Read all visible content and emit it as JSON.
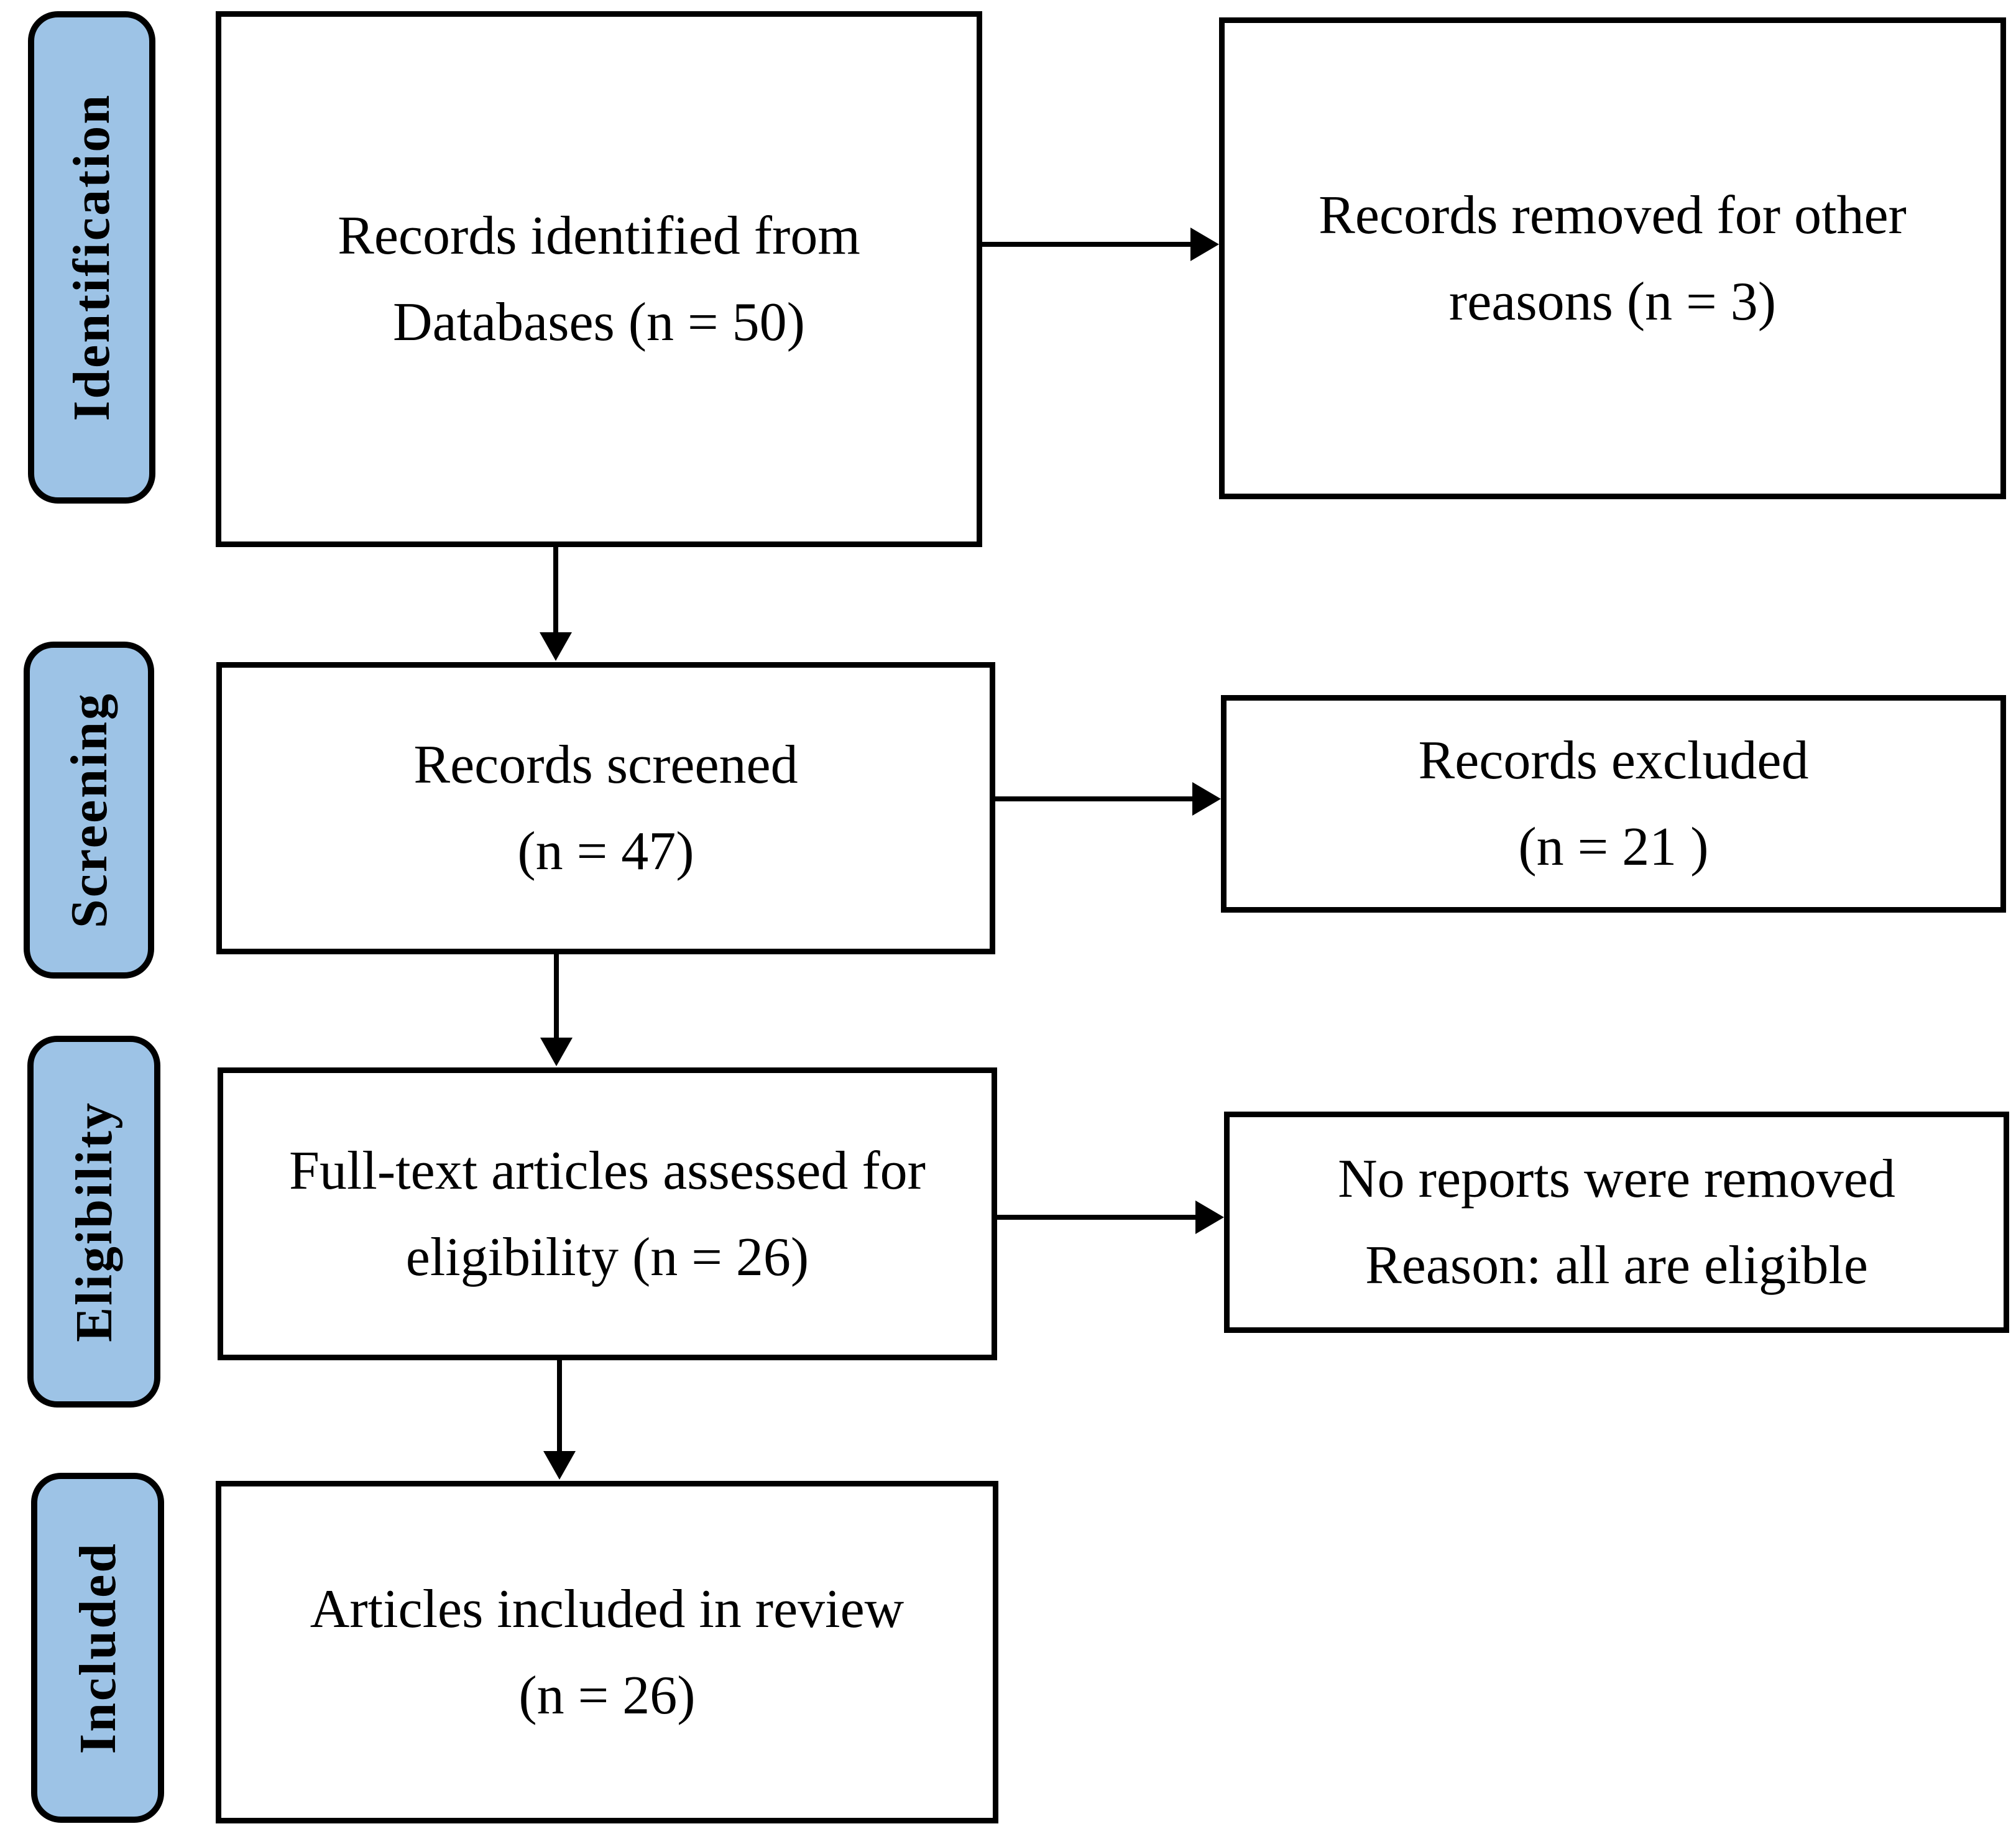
{
  "stages": [
    {
      "label": "Identification"
    },
    {
      "label": "Screening"
    },
    {
      "label": "Eligibility"
    },
    {
      "label": "Included"
    }
  ],
  "boxes": {
    "records_identified": {
      "lines": [
        "Records identified from",
        "Databases (n = 50)"
      ]
    },
    "records_removed": {
      "lines": [
        "Records removed for other",
        "reasons (n = 3)"
      ]
    },
    "records_screened": {
      "lines": [
        "Records screened",
        "(n = 47)"
      ]
    },
    "records_excluded": {
      "lines": [
        "Records excluded",
        "(n = 21 )"
      ]
    },
    "fulltext_assessed": {
      "lines": [
        "Full-text articles assessed for",
        "eligibility (n = 26)"
      ]
    },
    "no_reports_removed": {
      "lines": [
        "No reports were removed",
        "Reason: all are eligible"
      ]
    },
    "articles_included": {
      "lines": [
        "Articles included in review",
        "(n = 26)"
      ]
    }
  },
  "colors": {
    "stage_fill": "#9DC3E6",
    "stage_border": "#000000",
    "box_fill": "#FFFFFF",
    "box_border": "#000000",
    "arrow": "#000000",
    "text": "#000000"
  }
}
